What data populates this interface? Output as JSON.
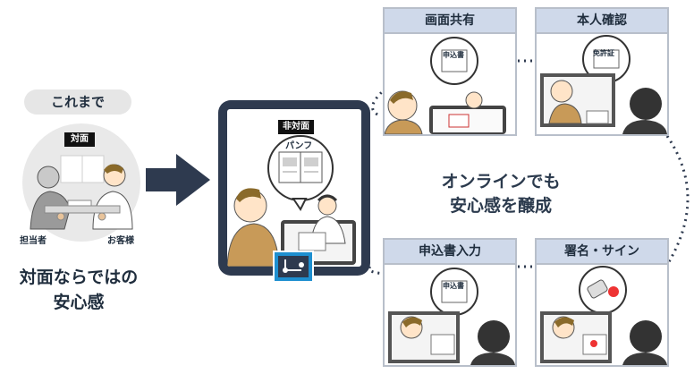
{
  "left": {
    "badge": "これまで",
    "scene_tag": "対面",
    "staff_label": "担当者",
    "customer_label": "お客様",
    "caption_line1": "対面ならではの",
    "caption_line2": "安心感"
  },
  "center": {
    "scene_tag": "非対面",
    "bubble_label": "パンフ"
  },
  "panels": [
    {
      "title": "画面共有",
      "doc_label": "申込書"
    },
    {
      "title": "本人確認",
      "doc_label": "免許証"
    },
    {
      "title": "申込書入力",
      "doc_label": "申込書"
    },
    {
      "title": "署名・サイン",
      "doc_label": ""
    }
  ],
  "middle": {
    "line1": "オンラインでも",
    "line2": "安心感を醸成"
  },
  "colors": {
    "navy": "#2e3a4f",
    "panel_header": "#cfd9ea",
    "connector_blue": "#1e8fd0"
  }
}
